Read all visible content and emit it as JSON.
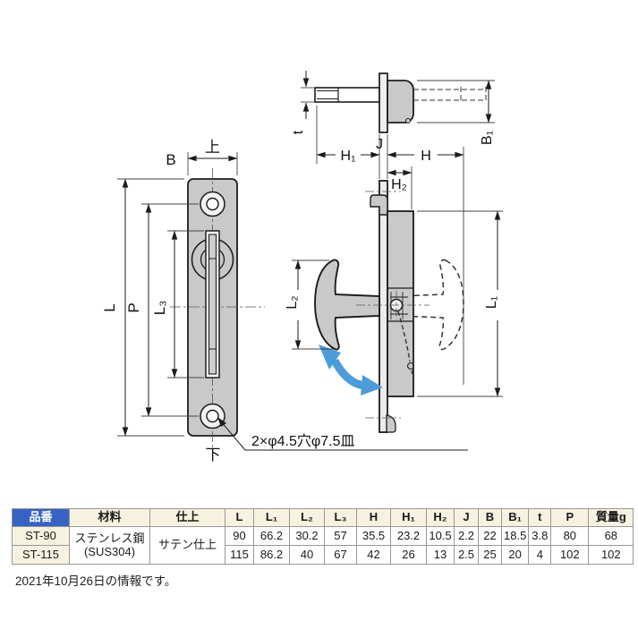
{
  "drawing": {
    "labels": {
      "top": "上",
      "bottom": "下",
      "B": "B",
      "L": "L",
      "P": "P",
      "L3": "L₃",
      "t": "t",
      "B1": "B₁",
      "J": "J",
      "H1": "H₁",
      "H": "H",
      "H2": "H₂",
      "L2": "L₂",
      "L1": "L₁",
      "hole_note": "2×φ4.5穴φ7.5皿"
    },
    "colors": {
      "metal": "#c9c9c9",
      "line": "#1c1c1c",
      "rotate_arrow": "#4c9cda"
    }
  },
  "table": {
    "headers": {
      "part_no": "品番",
      "material": "材料",
      "finish": "仕上",
      "dims": [
        "L",
        "L₁",
        "L₂",
        "L₃",
        "H",
        "H₁",
        "H₂",
        "J",
        "B",
        "B₁",
        "t",
        "P"
      ],
      "mass": "質量g"
    },
    "material_lines": [
      "ステンレス鋼",
      "(SUS304)"
    ],
    "finish": "サテン仕上",
    "rows": [
      {
        "part_no": "ST-90",
        "values": [
          "90",
          "66.2",
          "30.2",
          "57",
          "35.5",
          "23.2",
          "10.5",
          "2.2",
          "22",
          "18.5",
          "3.8",
          "80"
        ],
        "mass": "68"
      },
      {
        "part_no": "ST-115",
        "values": [
          "115",
          "86.2",
          "40",
          "67",
          "42",
          "26",
          "13",
          "2.5",
          "25",
          "20",
          "4",
          "102"
        ],
        "mass": "102"
      }
    ]
  },
  "footer": {
    "note": "2021年10月26日の情報です。"
  }
}
